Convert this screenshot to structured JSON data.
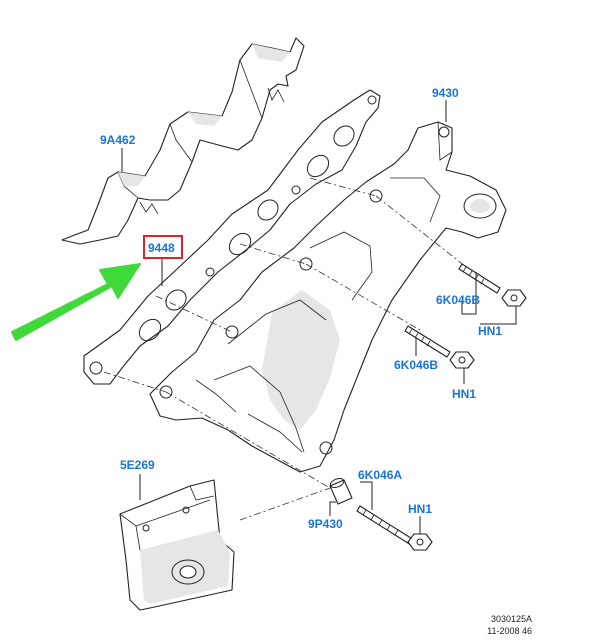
{
  "labels": {
    "heat_shield": "9A462",
    "gasket": "9448",
    "manifold": "9430",
    "stud_b1": "6K046B",
    "nut_1": "HN1",
    "stud_b2": "6K046B",
    "nut_2": "HN1",
    "bracket": "5E269",
    "stud_a": "6K046A",
    "nut_3": "HN1",
    "spacer": "9P430"
  },
  "footer": {
    "ref_code": "3030125A",
    "date_code": "11-2008 46"
  },
  "colors": {
    "label": "#1a73d9",
    "highlight_box": "#e0202a",
    "arrow": "#3fd93a",
    "line": "#222222"
  }
}
